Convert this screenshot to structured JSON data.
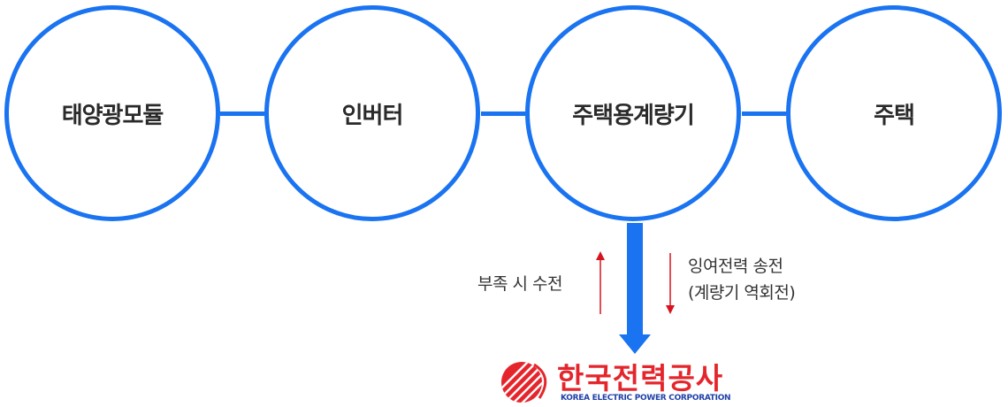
{
  "nodes": [
    {
      "label": "태양광모듈"
    },
    {
      "label": "인버터"
    },
    {
      "label": "주택용계량기"
    },
    {
      "label": "주택"
    }
  ],
  "flow": {
    "receive_label": "부족 시 수전",
    "send_label_line1": "잉여전력 송전",
    "send_label_line2": "(계량기 역회전)"
  },
  "logo": {
    "name_ko": "한국전력공사",
    "name_en": "KOREA ELECTRIC POWER CORPORATION"
  },
  "colors": {
    "node_border": "#1a73f0",
    "arrow_main": "#1a73f0",
    "arrow_small": "#d7141e",
    "logo_red": "#e4262c",
    "logo_blue": "#1f3fa8"
  }
}
